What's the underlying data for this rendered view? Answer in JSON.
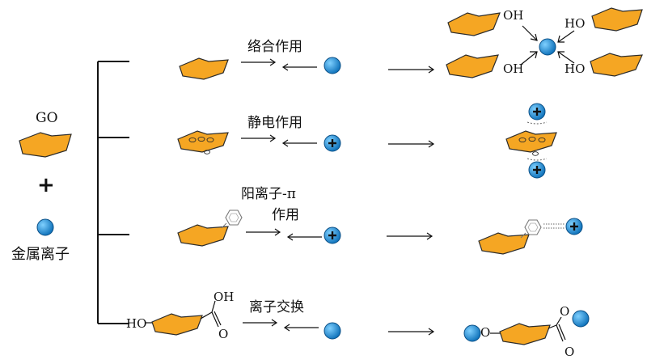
{
  "left": {
    "go_label": "GO",
    "plus": "+",
    "metal_label": "金属离子"
  },
  "rows": [
    {
      "label": "络合作用"
    },
    {
      "label": "静电作用"
    },
    {
      "label_line1": "阳离子-π",
      "label_line2": "作用"
    },
    {
      "label": "离子交换"
    }
  ],
  "products": {
    "complex": {
      "oh": "OH",
      "ho": "HO"
    },
    "ion_exchange_reactant": {
      "ho": "HO",
      "oh": "OH",
      "o": "O"
    },
    "ion_exchange_product": {
      "o": "O"
    }
  },
  "colors": {
    "sheet_fill": "#F5A623",
    "sheet_stroke": "#2b2b2b",
    "ion_fill": "#1E88D6",
    "line": "#111111"
  }
}
